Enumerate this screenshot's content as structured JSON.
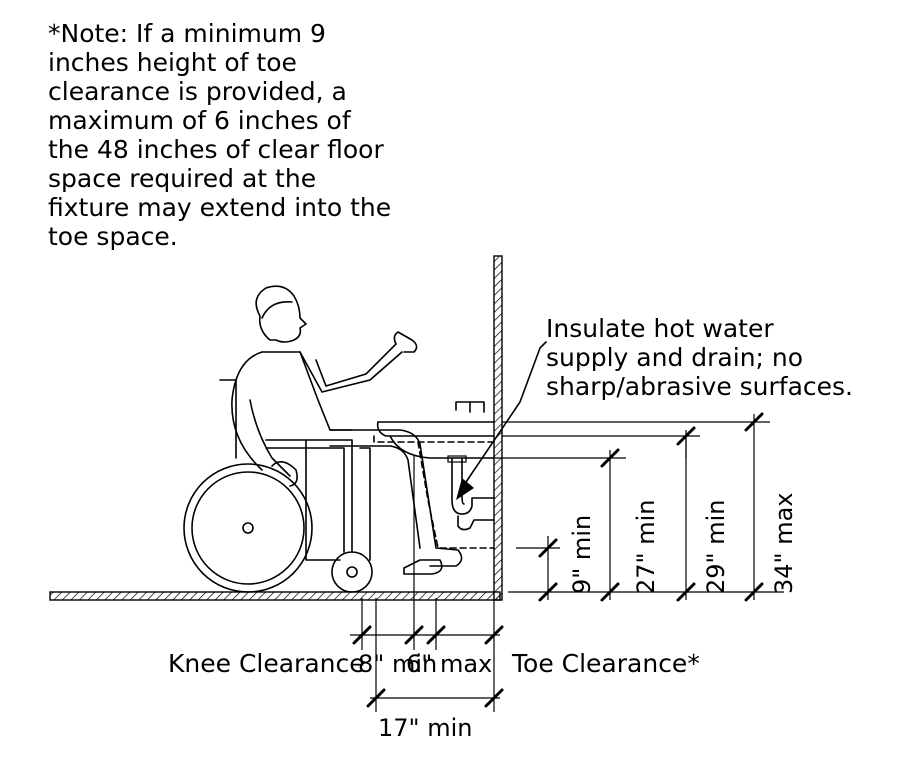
{
  "note": {
    "lines": [
      "*Note: If a minimum 9",
      "inches height of toe",
      "clearance is provided, a",
      "maximum of 6 inches of",
      "the 48 inches of clear floor",
      "space required at the",
      "fixture may extend into the",
      "toe space."
    ]
  },
  "callout": {
    "lines": [
      "Insulate hot water",
      "supply and drain; no",
      "sharp/abrasive surfaces."
    ]
  },
  "labels": {
    "knee_clearance": "Knee Clearance",
    "toe_clearance": "Toe Clearance*"
  },
  "dimensions": {
    "knee_depth": "8\" min",
    "toe_depth": "6\" max",
    "total_depth": "17\" min",
    "toe_height": "9\" min",
    "knee_height": "27\" min",
    "apron_height": "29\" min",
    "rim_height": "34\" max"
  },
  "colors": {
    "ink": "#000000",
    "hatch": "#000000"
  },
  "icons": [
    "wheelchair-user-figure",
    "lavatory-sink",
    "drain-trap",
    "wall-hatch",
    "floor-hatch"
  ]
}
